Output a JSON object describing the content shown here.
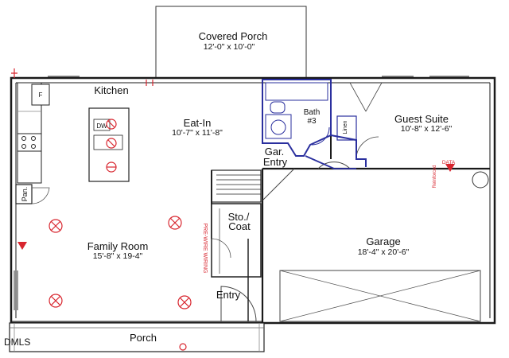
{
  "rooms": {
    "covered_porch": {
      "name": "Covered Porch",
      "dims": "12'-0\" x 10'-0\""
    },
    "kitchen": {
      "name": "Kitchen"
    },
    "eat_in": {
      "name": "Eat-In",
      "dims": "10'-7\" x 11'-8\""
    },
    "bath": {
      "name": "Bath",
      "num": "#3"
    },
    "guest_suite": {
      "name": "Guest Suite",
      "dims": "10'-8\" x 12'-6\""
    },
    "gar_entry": {
      "line1": "Gar.",
      "line2": "Entry"
    },
    "family_room": {
      "name": "Family Room",
      "dims": "15'-8\" x 19-4\""
    },
    "sto_coat": {
      "line1": "Sto./",
      "line2": "Coat"
    },
    "garage": {
      "name": "Garage",
      "dims": "18'-4\" x 20'-6\""
    },
    "entry": {
      "name": "Entry"
    },
    "porch": {
      "name": "Porch"
    },
    "pan": {
      "name": "Pan."
    }
  },
  "fixtures": {
    "fridge": "F",
    "dishwasher": "DW",
    "linen": "Linen"
  },
  "annotations": {
    "wiring": "PRE-WIRE WIRING",
    "data": "DATA",
    "reinforced": "Reinforced",
    "watermark": "DMLS"
  },
  "colors": {
    "walls": "#1a1a1a",
    "bath_highlight": "#2a2f9e",
    "electrical": "#d8262f"
  }
}
